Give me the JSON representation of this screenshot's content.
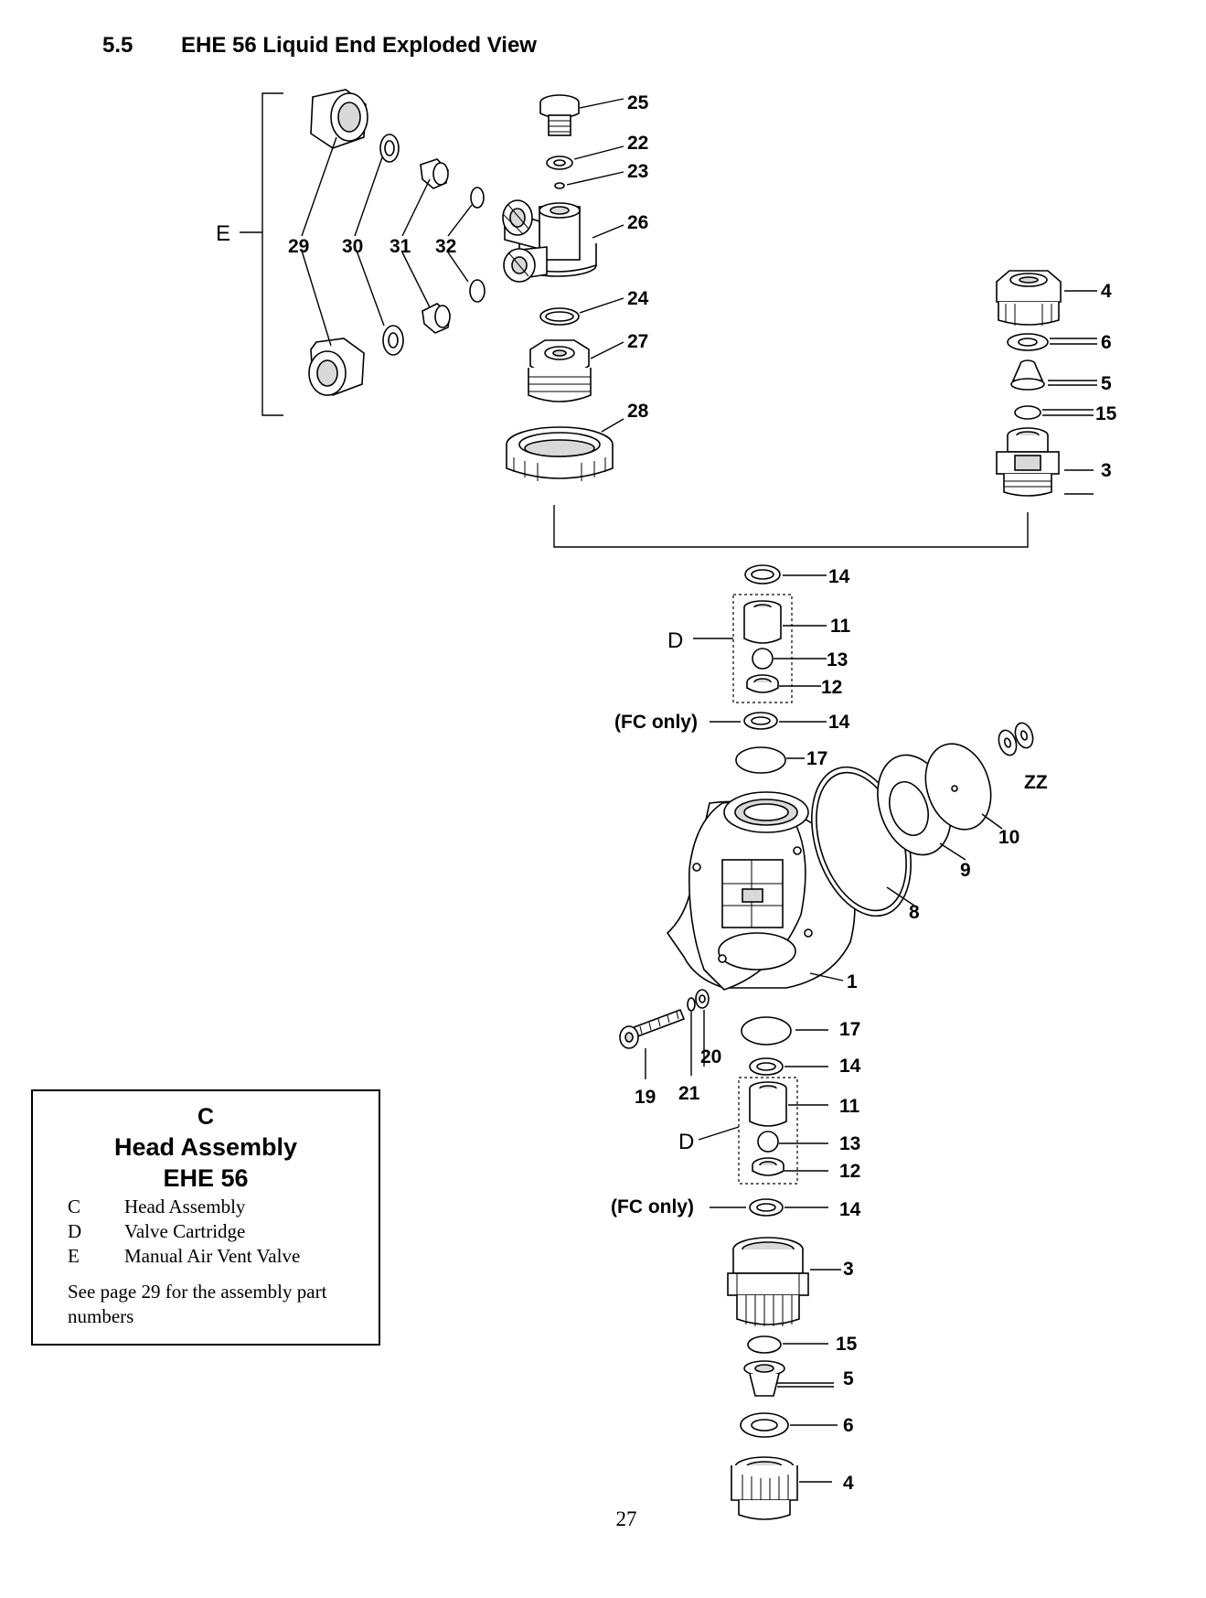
{
  "heading": {
    "number": "5.5",
    "title": "EHE 56 Liquid End Exploded View"
  },
  "groups": {
    "e": "E",
    "d_upper": "D",
    "d_lower": "D",
    "fc_upper": "(FC only)",
    "fc_lower": "(FC only)"
  },
  "callouts": {
    "c25": "25",
    "c22": "22",
    "c23": "23",
    "c26": "26",
    "c24": "24",
    "c27": "27",
    "c28": "28",
    "c29": "29",
    "c30": "30",
    "c31": "31",
    "c32": "32",
    "r4": "4",
    "r6": "6",
    "r5": "5",
    "r15": "15",
    "r3": "3",
    "u14a": "14",
    "u11": "11",
    "u13": "13",
    "u12": "12",
    "u14b": "14",
    "u17": "17",
    "zz": "ZZ",
    "c10": "10",
    "c9": "9",
    "c8": "8",
    "c1": "1",
    "l17": "17",
    "l14a": "14",
    "c20": "20",
    "c19": "19",
    "c21": "21",
    "l11": "11",
    "l13": "13",
    "l12": "12",
    "l14b": "14",
    "l3": "3",
    "l15": "15",
    "l5": "5",
    "l6": "6",
    "l4": "4"
  },
  "legend": {
    "title_letter": "C",
    "title_line1": "Head Assembly",
    "title_line2": "EHE 56",
    "items": [
      {
        "key": "C",
        "label": "Head Assembly"
      },
      {
        "key": "D",
        "label": "Valve Cartridge"
      },
      {
        "key": "E",
        "label": "Manual Air Vent Valve"
      }
    ],
    "note": "See page 29 for the assembly part numbers"
  },
  "page_number": "27"
}
